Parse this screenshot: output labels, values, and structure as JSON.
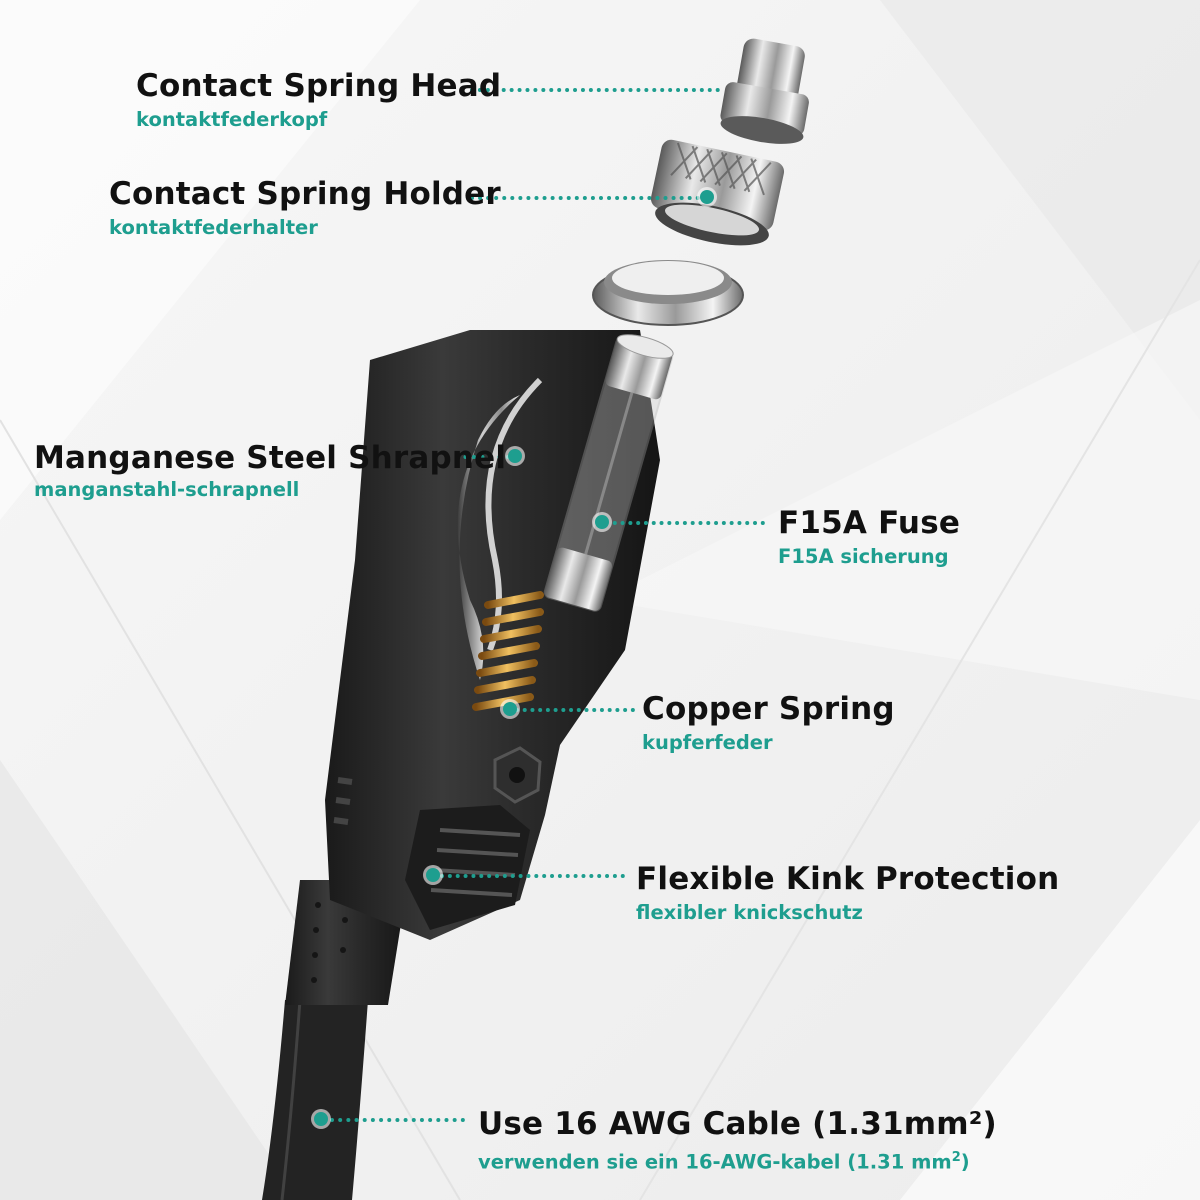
{
  "labels": {
    "spring_head": {
      "en": "Contact Spring Head",
      "de": "kontaktfederkopf"
    },
    "spring_holder": {
      "en": "Contact Spring Holder",
      "de": "kontaktfederhalter"
    },
    "shrapnel": {
      "en": "Manganese Steel Shrapnel",
      "de": "manganstahl-schrapnell"
    },
    "fuse": {
      "en": "F15A Fuse",
      "de": "F15A sicherung"
    },
    "copper_spring": {
      "en": "Copper Spring",
      "de": "kupferfeder"
    },
    "kink": {
      "en": "Flexible Kink Protection",
      "de": "flexibler knickschutz"
    },
    "cable": {
      "en": "Use 16 AWG Cable (1.31mm²)",
      "de": "verwenden sie ein 16-AWG-kabel (1.31 mm",
      "de_sup": "2",
      "de_close": ")"
    }
  },
  "colors": {
    "accent": "#1e9e8f",
    "text": "#111111",
    "background": "#f3f3f3",
    "plug_body": "#2a2a2a",
    "metal": "#b8b8b8",
    "copper": "#c9922e"
  }
}
